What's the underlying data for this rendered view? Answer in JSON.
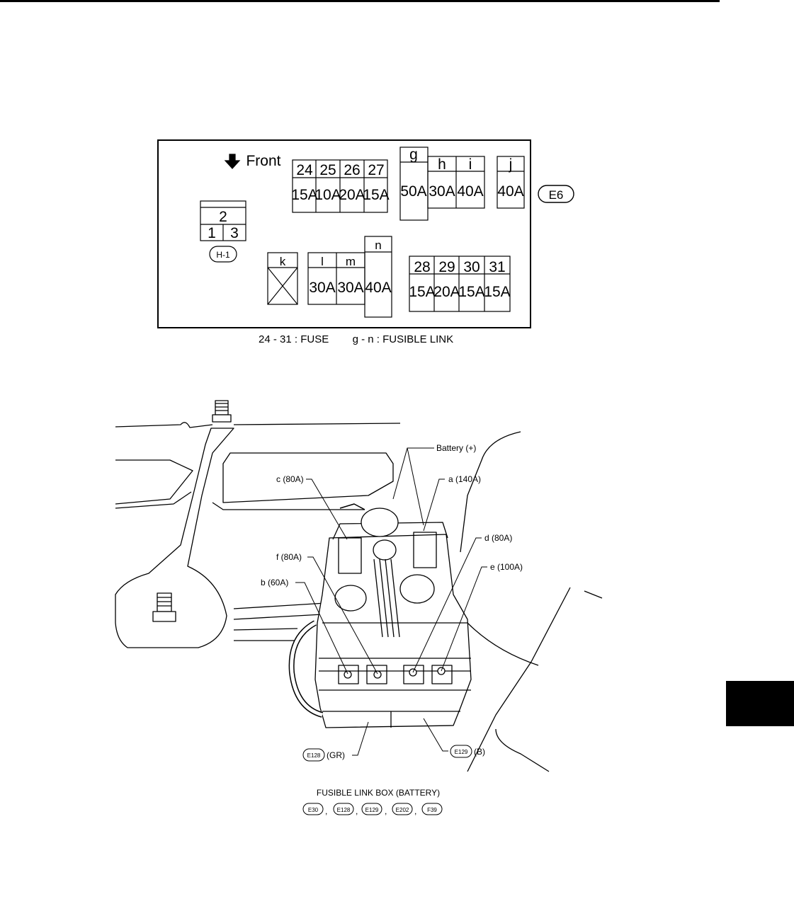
{
  "fuse_panel": {
    "front_label": "Front",
    "connector_id": "E6",
    "relay_label": "H-1",
    "relay_pins": {
      "top": "2",
      "left": "1",
      "right": "3"
    },
    "fuse_row_top": [
      {
        "number": "24",
        "rating": "15A"
      },
      {
        "number": "25",
        "rating": "10A"
      },
      {
        "number": "26",
        "rating": "20A"
      },
      {
        "number": "27",
        "rating": "15A"
      }
    ],
    "fuse_row_bottom": [
      {
        "number": "28",
        "rating": "15A"
      },
      {
        "number": "29",
        "rating": "20A"
      },
      {
        "number": "30",
        "rating": "15A"
      },
      {
        "number": "31",
        "rating": "15A"
      }
    ],
    "links_top": [
      {
        "letter": "g",
        "rating": "50A"
      },
      {
        "letter": "h",
        "rating": "30A"
      },
      {
        "letter": "i",
        "rating": "40A"
      },
      {
        "letter": "j",
        "rating": "40A"
      }
    ],
    "links_bottom": [
      {
        "letter": "k",
        "rating": ""
      },
      {
        "letter": "l",
        "rating": "30A"
      },
      {
        "letter": "m",
        "rating": "30A"
      },
      {
        "letter": "n",
        "rating": "40A"
      }
    ],
    "caption_fuse": "24 - 31 : FUSE",
    "caption_link": "g - n : FUSIBLE LINK"
  },
  "box_diagram": {
    "callouts": {
      "battery": "Battery (+)",
      "a": "a (140A)",
      "b": "b (60A)",
      "c": "c (80A)",
      "d": "d (80A)",
      "e": "e (100A)",
      "f": "f (80A)"
    },
    "connector_left": {
      "id": "E128",
      "color_code": "(GR)"
    },
    "connector_right": {
      "id": "E129",
      "color_code": "(B)"
    },
    "title": "FUSIBLE LINK BOX (BATTERY)",
    "connectors": [
      "E30",
      "E128",
      "E129",
      "E202",
      "F39"
    ]
  }
}
